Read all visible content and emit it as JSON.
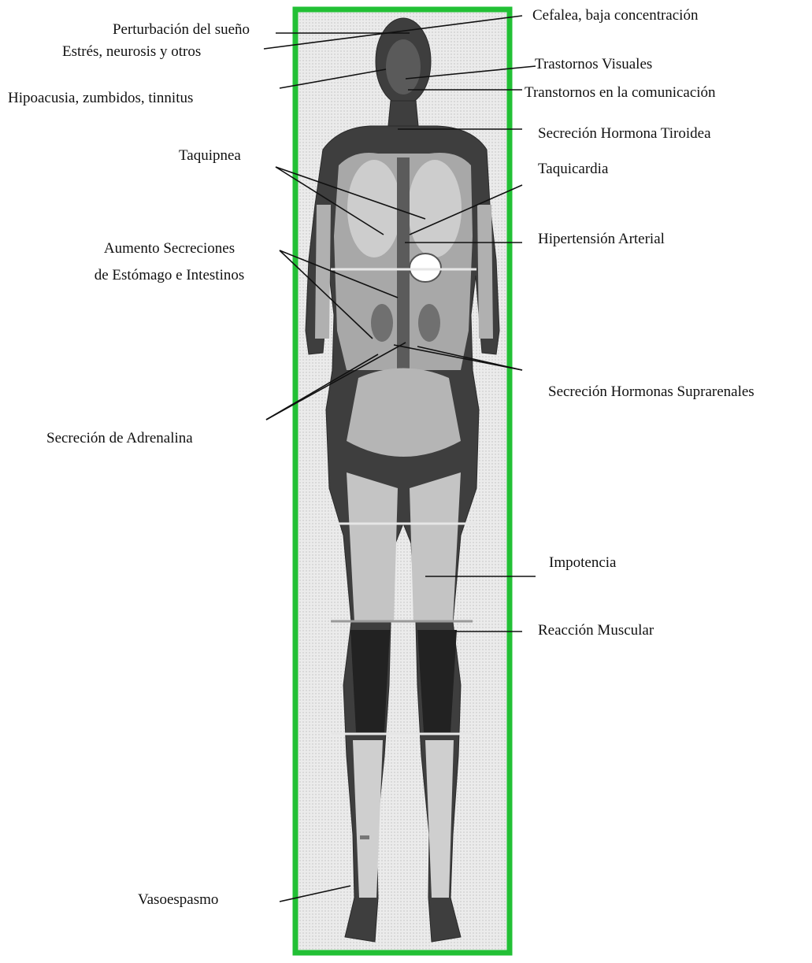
{
  "frame": {
    "border_color": "#22c035"
  },
  "figure": {
    "image": "MRI body scan, anterior view, grayscale",
    "icon": "human-body-scan-icon"
  },
  "labels": {
    "perturbacion": "Perturbación del sueño",
    "estres": "Estrés, neurosis y otros",
    "hipoacusia": "Hipoacusia, zumbidos, tinnitus",
    "cefalea": "Cefalea, baja concentración",
    "trastornos_visuales": "Trastornos Visuales",
    "comunicacion": "Transtornos en la comunicación",
    "tiroidea": "Secreción Hormona Tiroidea",
    "taquipnea": "Taquipnea",
    "taquicardia": "Taquicardia",
    "hipertension": "Hipertensión Arterial",
    "aumento_1": "Aumento Secreciones",
    "aumento_2": "de Estómago e Intestinos",
    "suprarrenales": "Secreción Hormonas Suprarenales",
    "adrenalina": "Secreción de Adrenalina",
    "impotencia": "Impotencia",
    "reaccion": "Reacción Muscular",
    "vasoespasmo": "Vasoespasmo"
  }
}
